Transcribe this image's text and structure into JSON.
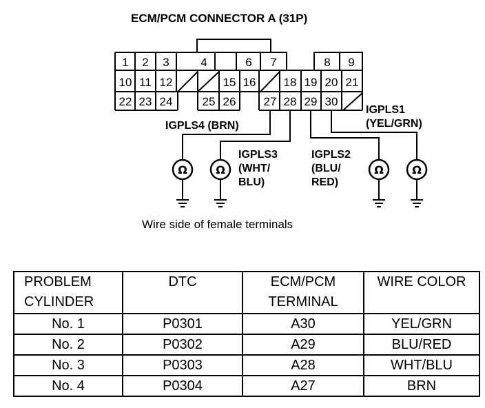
{
  "diagram": {
    "title": "ECM/PCM CONNECTOR A (31P)",
    "caption": "Wire side of female terminals",
    "pins": [
      "1",
      "2",
      "3",
      "4",
      "6",
      "7",
      "8",
      "9",
      "10",
      "11",
      "12",
      "15",
      "16",
      "18",
      "19",
      "20",
      "21",
      "22",
      "23",
      "24",
      "25",
      "26",
      "27",
      "28",
      "29",
      "30"
    ],
    "wires": [
      {
        "label_lines": [
          "IGPLS4 (BRN)"
        ]
      },
      {
        "label_lines": [
          "IGPLS3",
          "(WHT/",
          "BLU)"
        ]
      },
      {
        "label_lines": [
          "IGPLS2",
          "(BLU/",
          "RED)"
        ]
      },
      {
        "label_lines": [
          "IGPLS1",
          "(YEL/GRN)"
        ]
      }
    ],
    "meter_symbol": "Ω"
  },
  "table": {
    "headers": [
      [
        "PROBLEM",
        "CYLINDER"
      ],
      [
        "DTC"
      ],
      [
        "ECM/PCM",
        "TERMINAL"
      ],
      [
        "WIRE COLOR"
      ]
    ],
    "rows": [
      [
        "No. 1",
        "P0301",
        "A30",
        "YEL/GRN"
      ],
      [
        "No. 2",
        "P0302",
        "A29",
        "BLU/RED"
      ],
      [
        "No. 3",
        "P0303",
        "A28",
        "WHT/BLU"
      ],
      [
        "No. 4",
        "P0304",
        "A27",
        "BRN"
      ]
    ]
  }
}
